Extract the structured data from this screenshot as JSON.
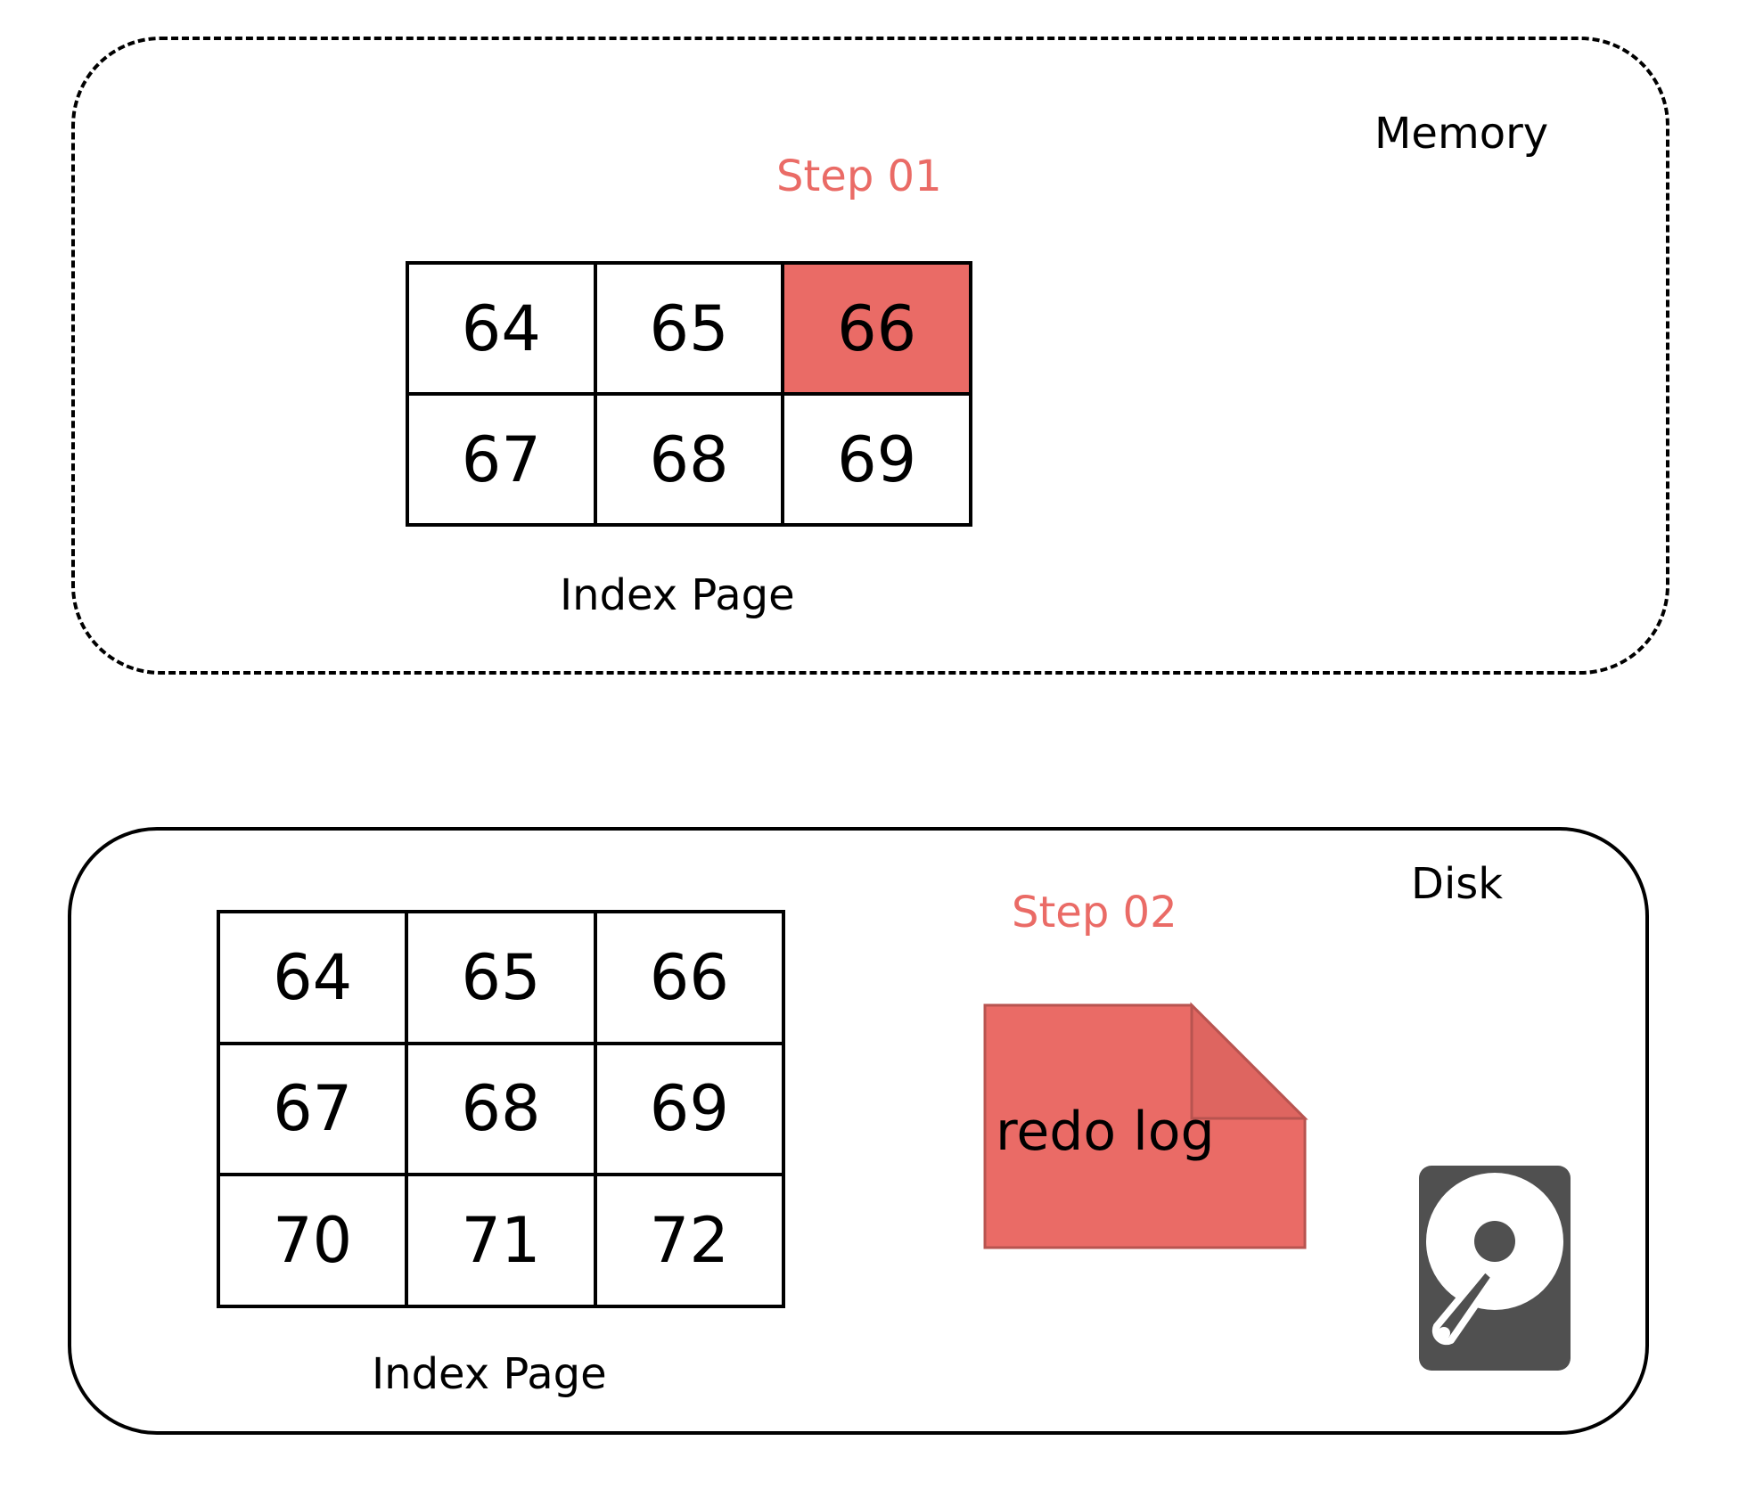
{
  "colors": {
    "highlight": "#ea6b66",
    "step_text": "#ea6b66",
    "disk_icon": "#505050",
    "line": "#000000"
  },
  "memory": {
    "label": "Memory",
    "step": "Step 01",
    "index_page_label": "Index Page",
    "cells": [
      "64",
      "65",
      "66",
      "67",
      "68",
      "69"
    ],
    "highlighted_value": "66"
  },
  "disk": {
    "label": "Disk",
    "step": "Step 02",
    "index_page_label": "Index Page",
    "cells": [
      "64",
      "65",
      "66",
      "67",
      "68",
      "69",
      "70",
      "71",
      "72"
    ],
    "redo_log_label": "redo log",
    "icon": "hard-disk-icon"
  }
}
